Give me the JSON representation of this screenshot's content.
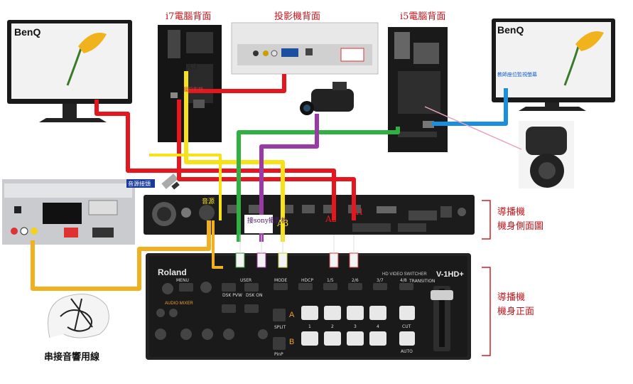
{
  "labels": {
    "i7_back": "i7電腦背面",
    "projector_back": "投影機背面",
    "i5_back": "i5電腦背面",
    "teacher_monitor": "教師座位監視螢幕",
    "audio_input": "音源接頭",
    "audio": "音源",
    "sony_cam": "接sony攝影機",
    "projector": "接投影機",
    "a1": "A1",
    "a2": "A2",
    "a3": "A3",
    "switcher_side_1": "導播機",
    "switcher_side_2": "機身側面圖",
    "switcher_front_1": "導播機",
    "switcher_front_2": "機身正面",
    "cable_caption": "串接音響用線"
  },
  "brands": {
    "monitor": "BenQ",
    "switcher": "Roland",
    "switcher_model": "HD VIDEO SWITCHER",
    "switcher_name": "V-1HD+"
  },
  "switcher_panel": {
    "menu": "MENU",
    "user": "USER",
    "dsk_pvw": "DSK PVW",
    "dsk_on": "DSK ON",
    "audio_mixer": "AUDIO MIXER",
    "split": "SPLIT",
    "pinp": "PinP",
    "transition": "TRANSITION",
    "cut": "CUT",
    "auto": "AUTO",
    "a_pgm": "A",
    "b_pst": "B",
    "buttons": [
      "1",
      "2",
      "3",
      "4"
    ],
    "mode_buttons": [
      "MODE",
      "HDCP",
      "1/5",
      "2/6",
      "3/7",
      "4/8"
    ]
  },
  "colors": {
    "red": "#e5161d",
    "yellow": "#f7e21a",
    "green": "#2fb040",
    "purple": "#9a3aa6",
    "blue": "#1a8fe0",
    "orange": "#f0b020"
  }
}
